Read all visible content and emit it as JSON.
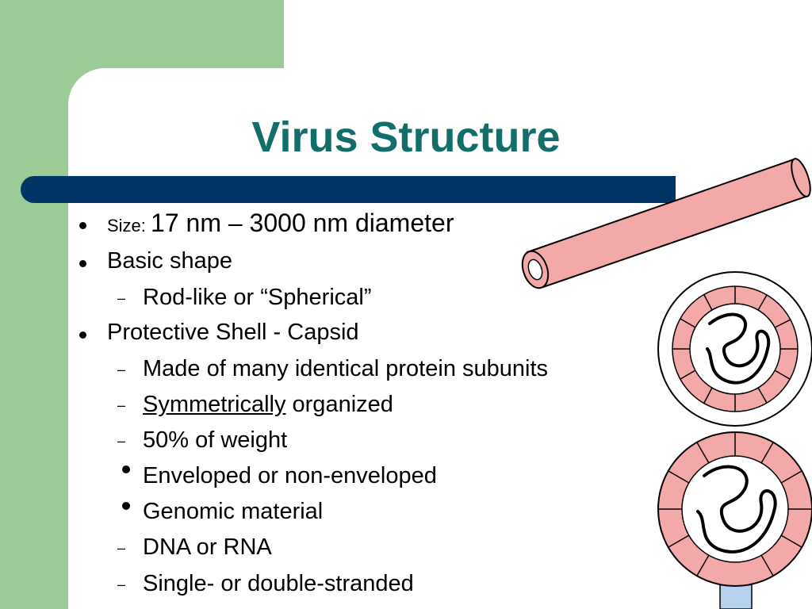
{
  "slide": {
    "title": "Virus Structure",
    "items": [
      {
        "kind": "bullet",
        "label": "Size: ",
        "value": "17 nm – 3000 nm diameter"
      },
      {
        "kind": "bullet",
        "text": "Basic shape"
      },
      {
        "kind": "dash",
        "text": "Rod-like or “Spherical”"
      },
      {
        "kind": "bullet",
        "text": "Protective Shell - Capsid"
      },
      {
        "kind": "dash",
        "text": "Made of many identical protein subunits"
      },
      {
        "kind": "dash",
        "underlined": "Symmetrically",
        "text": " organized"
      },
      {
        "kind": "dash",
        "text": "50% of weight"
      },
      {
        "kind": "subbullet",
        "text": "Enveloped or non-enveloped"
      },
      {
        "kind": "subbullet",
        "text": "Genomic material"
      },
      {
        "kind": "dash",
        "text": "DNA or RNA"
      },
      {
        "kind": "dash",
        "text": "Single- or double-stranded"
      }
    ],
    "dash_glyph": "–"
  },
  "colors": {
    "green": "#9ccc96",
    "title": "#126e6b",
    "bar": "#013566",
    "capsid_pink": "#f4a9a9",
    "base_blue": "#b7d2ee"
  }
}
